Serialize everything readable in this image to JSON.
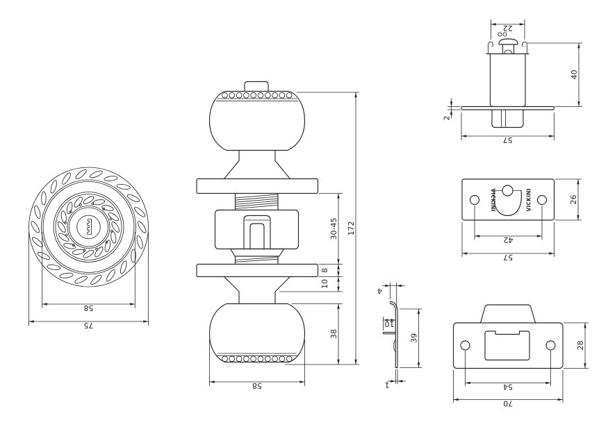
{
  "drawing": {
    "background": "#ffffff",
    "line_color": "#262626",
    "views": {
      "knob_front": {
        "d58": "58",
        "d75": "75"
      },
      "assembly_side": {
        "d_door": "30-45",
        "d_total": "172",
        "d_rose": "8",
        "d_neck": "10",
        "d_knob_depth": "38",
        "d_knob_dia": "58"
      },
      "latch_side": {
        "d_bolt": "22",
        "d_body": "40",
        "d_plate_t": "2",
        "d_plate_w": "57"
      },
      "latch_faceplate": {
        "d_h": "26",
        "d_holes": "42",
        "d_w": "57",
        "brand_left": "VICKINI",
        "brand_right": "VICKINI"
      },
      "strike_side": {
        "d_lip": "4",
        "d_tab": "10",
        "d_h": "39",
        "d_t": "1"
      },
      "strike_front": {
        "d_h": "28",
        "d_holes": "54",
        "d_w": "70"
      }
    }
  }
}
